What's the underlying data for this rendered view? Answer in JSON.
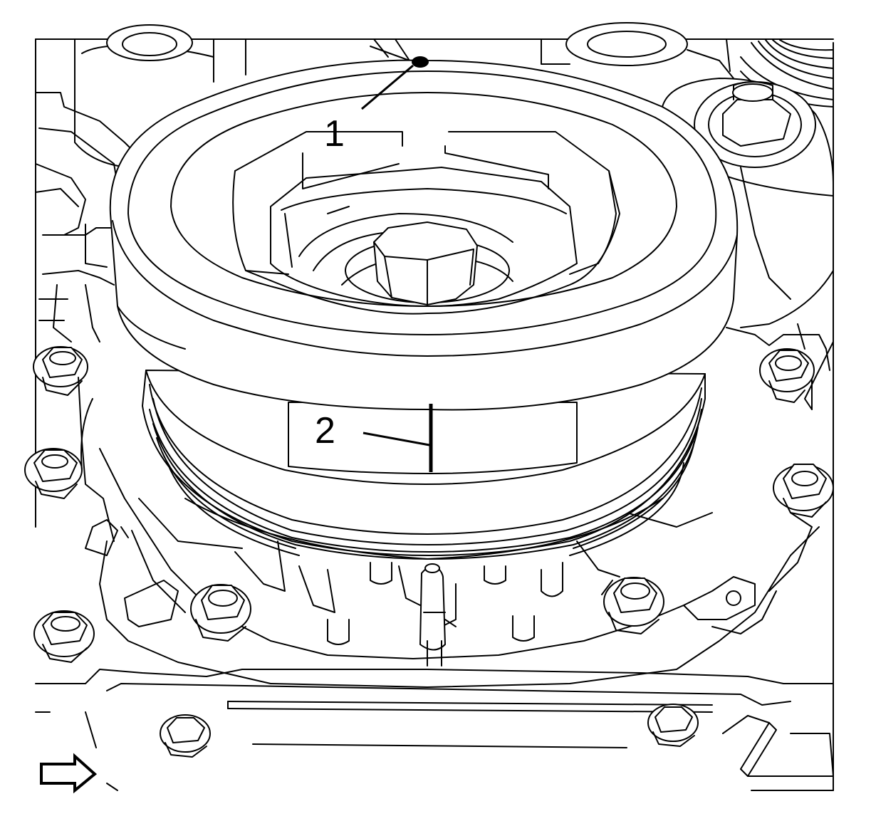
{
  "diagram": {
    "callouts": [
      {
        "id": "1",
        "label": "1"
      },
      {
        "id": "2",
        "label": "2"
      }
    ],
    "colors": {
      "line": "#000000",
      "background": "#ffffff"
    },
    "icons": [
      "view-direction-arrow-icon"
    ]
  }
}
